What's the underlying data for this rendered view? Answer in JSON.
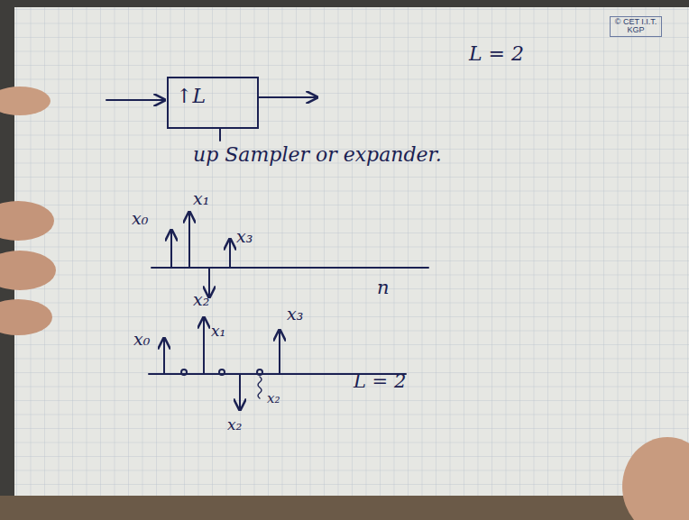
{
  "diagram": {
    "nodes": [
      {
        "text": [
          "↑L"
        ]
      }
    ],
    "labels": [
      "up Sampler or expander.",
      "L = 2",
      "© CET I.I.T. KGP",
      "x₀",
      "x₁",
      "x₃",
      "n",
      "x₀",
      "x₂",
      "x₁",
      "x₃",
      "x₂",
      "x₂",
      "L = 2"
    ]
  }
}
